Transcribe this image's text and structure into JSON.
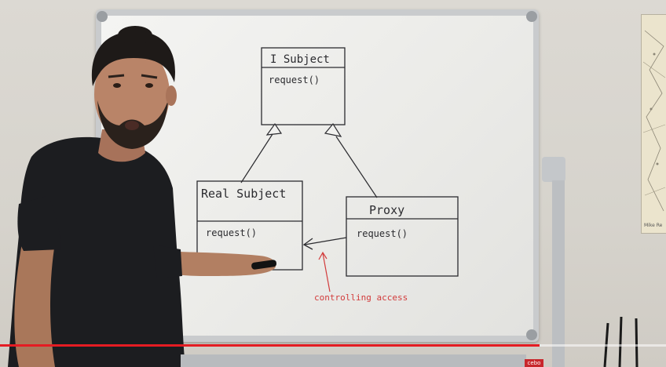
{
  "whiteboard": {
    "interface_box": {
      "name": "I Subject",
      "method": "request()"
    },
    "real_subject_box": {
      "name": "Real Subject",
      "method": "request()"
    },
    "proxy_box": {
      "name": "Proxy",
      "method": "request()"
    },
    "annotation": "controlling access",
    "ink_color": "#2b2b2f",
    "annotation_color": "#d23b3b"
  },
  "poster": {
    "label": "Mike Re"
  },
  "tray": {
    "brand": "cebo"
  },
  "video_player": {
    "progress_fraction": 0.81,
    "progress_color": "#e51c23"
  }
}
